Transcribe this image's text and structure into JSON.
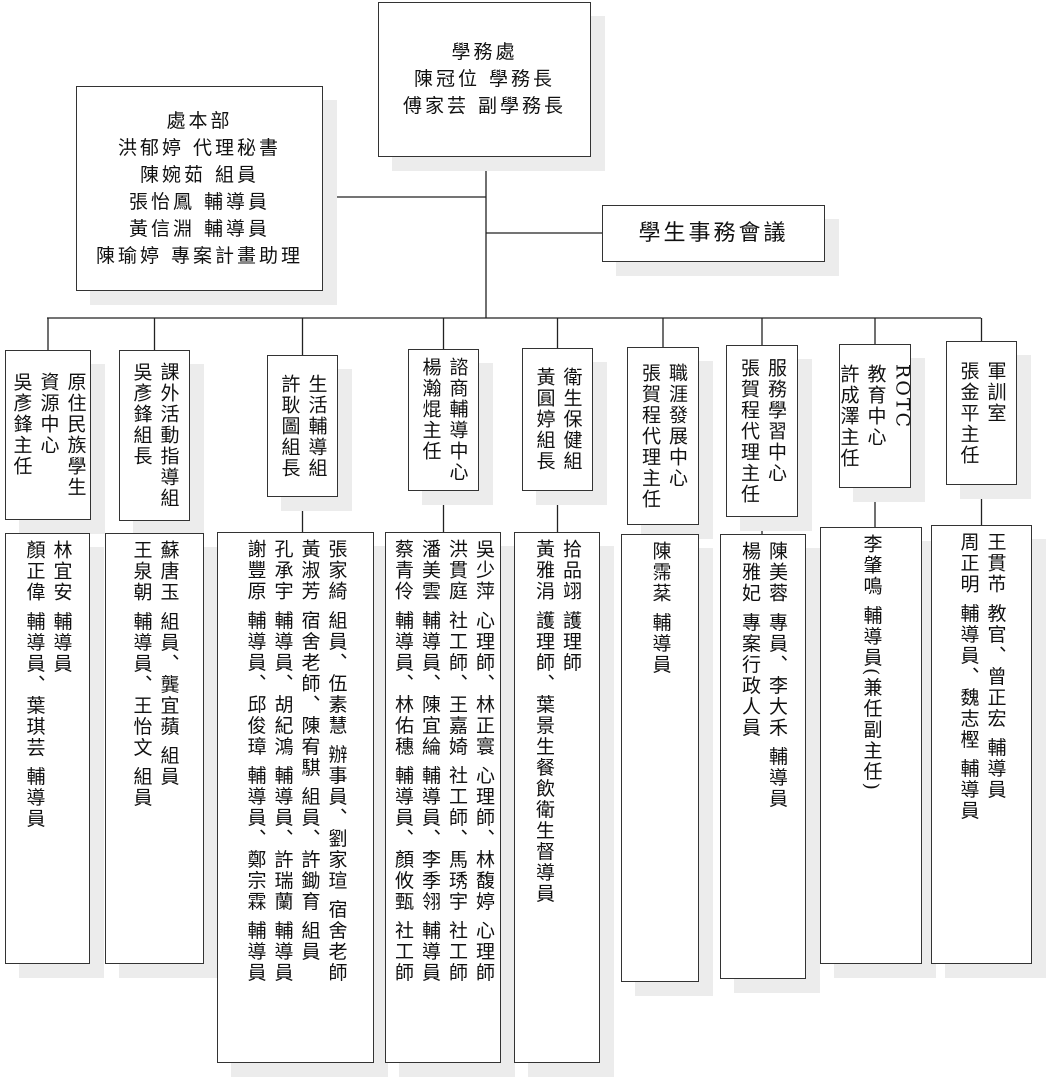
{
  "top": {
    "lines": [
      "學務處",
      "陳冠位 學務長",
      "傅家芸 副學務長"
    ]
  },
  "office": {
    "lines": [
      "處本部",
      "洪郁婷 代理秘書",
      "陳婉茹 組員",
      "張怡鳳 輔導員",
      "黃信淵 輔導員",
      "陳瑜婷 專案計畫助理"
    ]
  },
  "council": {
    "label": "學生事務會議"
  },
  "units": [
    {
      "title": [
        "原住民族學生",
        "資源中心",
        "吳彥鋒主任"
      ],
      "staff": [
        "林宜安 輔導員",
        "顏正偉 輔導員、葉琪芸 輔導員"
      ]
    },
    {
      "title": [
        "課外活動指導組",
        "吳彥鋒組長"
      ],
      "staff": [
        "蘇唐玉 組員、龔宜蘋 組員",
        "王泉朝 輔導員、王怡文 組員"
      ]
    },
    {
      "title": [
        "生活輔導組",
        "許耿圖組長"
      ],
      "staff": [
        "張家綺 組員、伍素慧 辦事員、劉家瑄 宿舍老師",
        "黃淑芳 宿舍老師、陳宥騏 組員、許鋤育 組員",
        "孔承宇 輔導員、胡紀鴻 輔導員、許瑞蘭 輔導員",
        "謝豐原 輔導員、邱俊璋 輔導員、鄭宗霖 輔導員"
      ]
    },
    {
      "title": [
        "諮商輔導中心",
        "楊瀚焜主任"
      ],
      "staff": [
        "吳少萍 心理師、林正寰 心理師、林馥婷 心理師",
        "洪貫庭 社工師、王嘉婍 社工師、馬琇宇 社工師",
        "潘美雲 輔導員、陳宜綸 輔導員、李季翎 輔導員",
        "蔡青伶 輔導員、林佑穗 輔導員、顏攸甄 社工師"
      ]
    },
    {
      "title": [
        "衛生保健組",
        "黃圓婷組長"
      ],
      "staff": [
        "拾品翊 護理師",
        "黃雅涓 護理師、葉景生餐飲衛生督導員"
      ]
    },
    {
      "title": [
        "職涯發展中心",
        "張賀程代理主任"
      ],
      "staff": [
        "陳霈棻 輔導員"
      ]
    },
    {
      "title": [
        "服務學習中心",
        "張賀程代理主任"
      ],
      "staff": [
        "陳美蓉 專員、李大禾 輔導員",
        "楊雅妃 專案行政人員"
      ]
    },
    {
      "title": [
        "ROTC",
        "教育中心",
        "許成澤主任"
      ],
      "staff": [
        "李肇鳴 輔導員(兼任副主任)"
      ]
    },
    {
      "title": [
        "軍訓室",
        "張金平主任"
      ],
      "staff": [
        "王貫芇 教官、曾正宏 輔導員",
        "周正明 輔導員、魏志樫 輔導員"
      ]
    }
  ]
}
